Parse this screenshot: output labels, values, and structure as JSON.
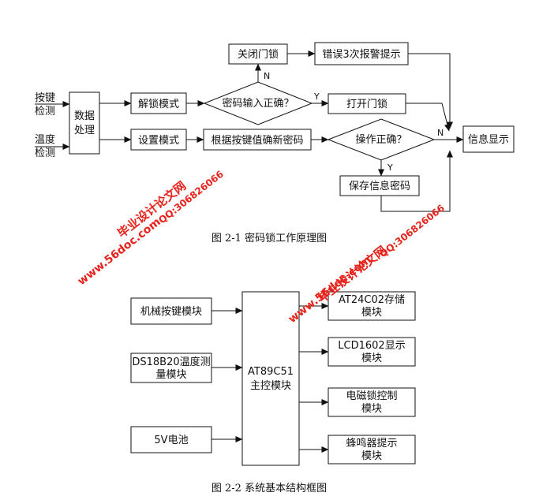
{
  "figure1": {
    "inputs": {
      "keys": [
        "按键",
        "检测"
      ],
      "temp": [
        "温度",
        "检测"
      ]
    },
    "data_proc": [
      "数据",
      "处理"
    ],
    "unlock_mode": "解锁模式",
    "set_mode": "设置模式",
    "close_lock": "关闭门锁",
    "error_alarm": "错误3次报警提示",
    "pwd_correct": "密码输入正确？",
    "open_lock": "打开门锁",
    "confirm_new_pwd": "根据按键值确新密码",
    "op_correct": "操作正确？",
    "save_info": "保存信息密码",
    "info_display": "信息显示",
    "labels": {
      "n1": "N",
      "y1": "Y",
      "n2": "N",
      "y2": "Y"
    },
    "caption": "图 2-1  密码锁工作原理图"
  },
  "figure2": {
    "left_modules": {
      "keys": [
        "机械按键模块"
      ],
      "ds18b20": [
        "DS18B20温度测",
        "量模块"
      ],
      "power": [
        "5V电池"
      ]
    },
    "mcu": [
      "AT89C51",
      "主控模块"
    ],
    "right_modules": {
      "eeprom": [
        "AT24C02存储",
        "模块"
      ],
      "lcd": [
        "LCD1602显示",
        "模块"
      ],
      "lock": [
        "电磁锁控制",
        "模块"
      ],
      "buzzer": [
        "蜂鸣器提示",
        "模块"
      ]
    },
    "caption": "图 2-2  系统基本结构框图"
  },
  "watermarks": {
    "wm1_line1": "毕业设计论文网",
    "wm1_line2": "QQ:306826066",
    "wm1_line3": "www.56doc.com",
    "wm2_line1": "QQ:306826066",
    "wm2_line2": "毕业设计论文网",
    "wm2_line3": "www.56doc.com"
  }
}
